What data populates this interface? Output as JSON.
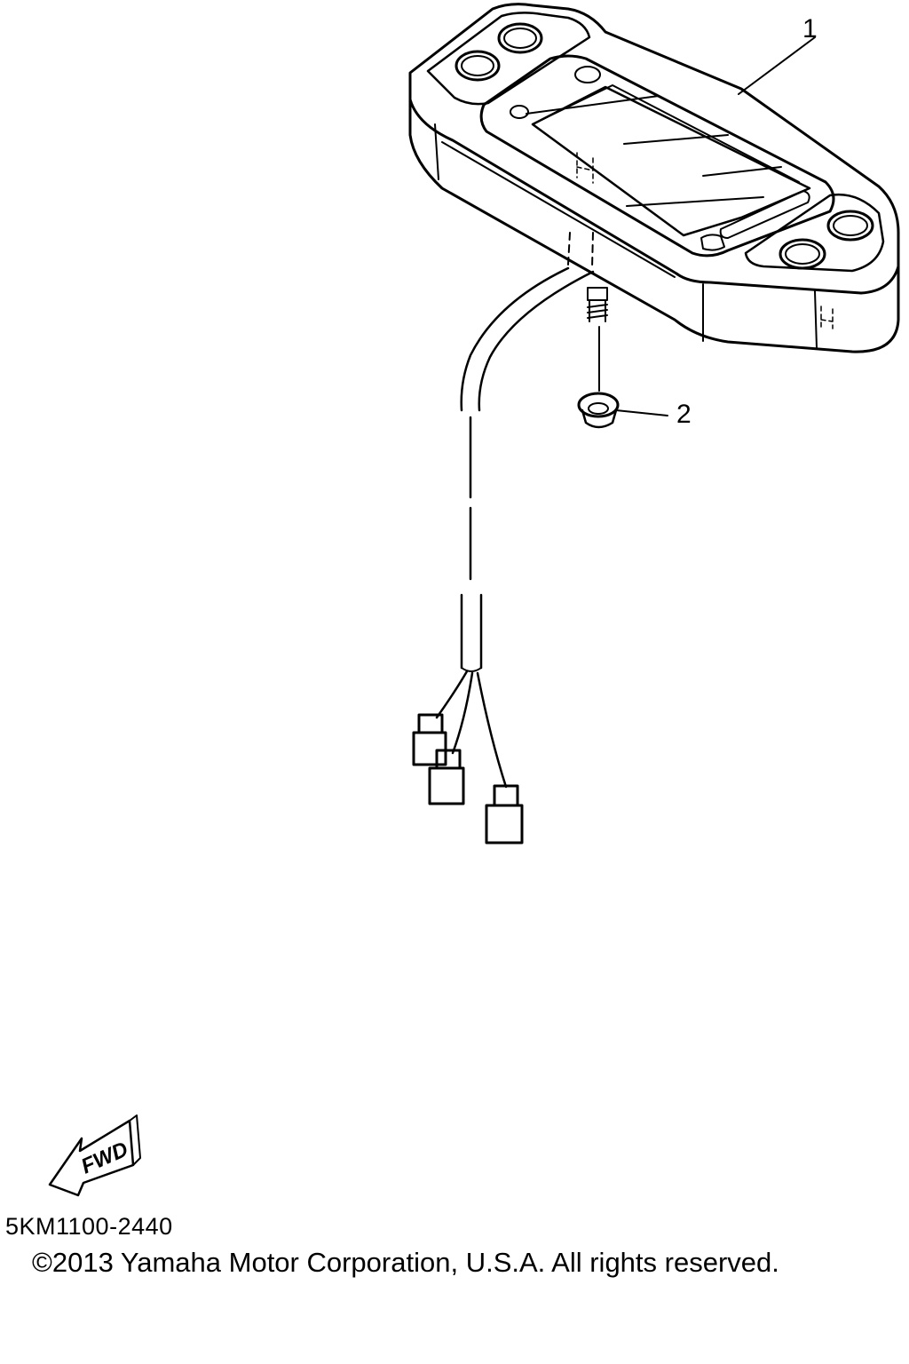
{
  "diagram": {
    "callouts": [
      {
        "id": "1",
        "label": "1"
      },
      {
        "id": "2",
        "label": "2"
      }
    ],
    "fwd_badge": {
      "label": "FWD"
    },
    "figure_code": "5KM1100-2440",
    "copyright": "©2013 Yamaha Motor Corporation, U.S.A. All rights reserved."
  }
}
